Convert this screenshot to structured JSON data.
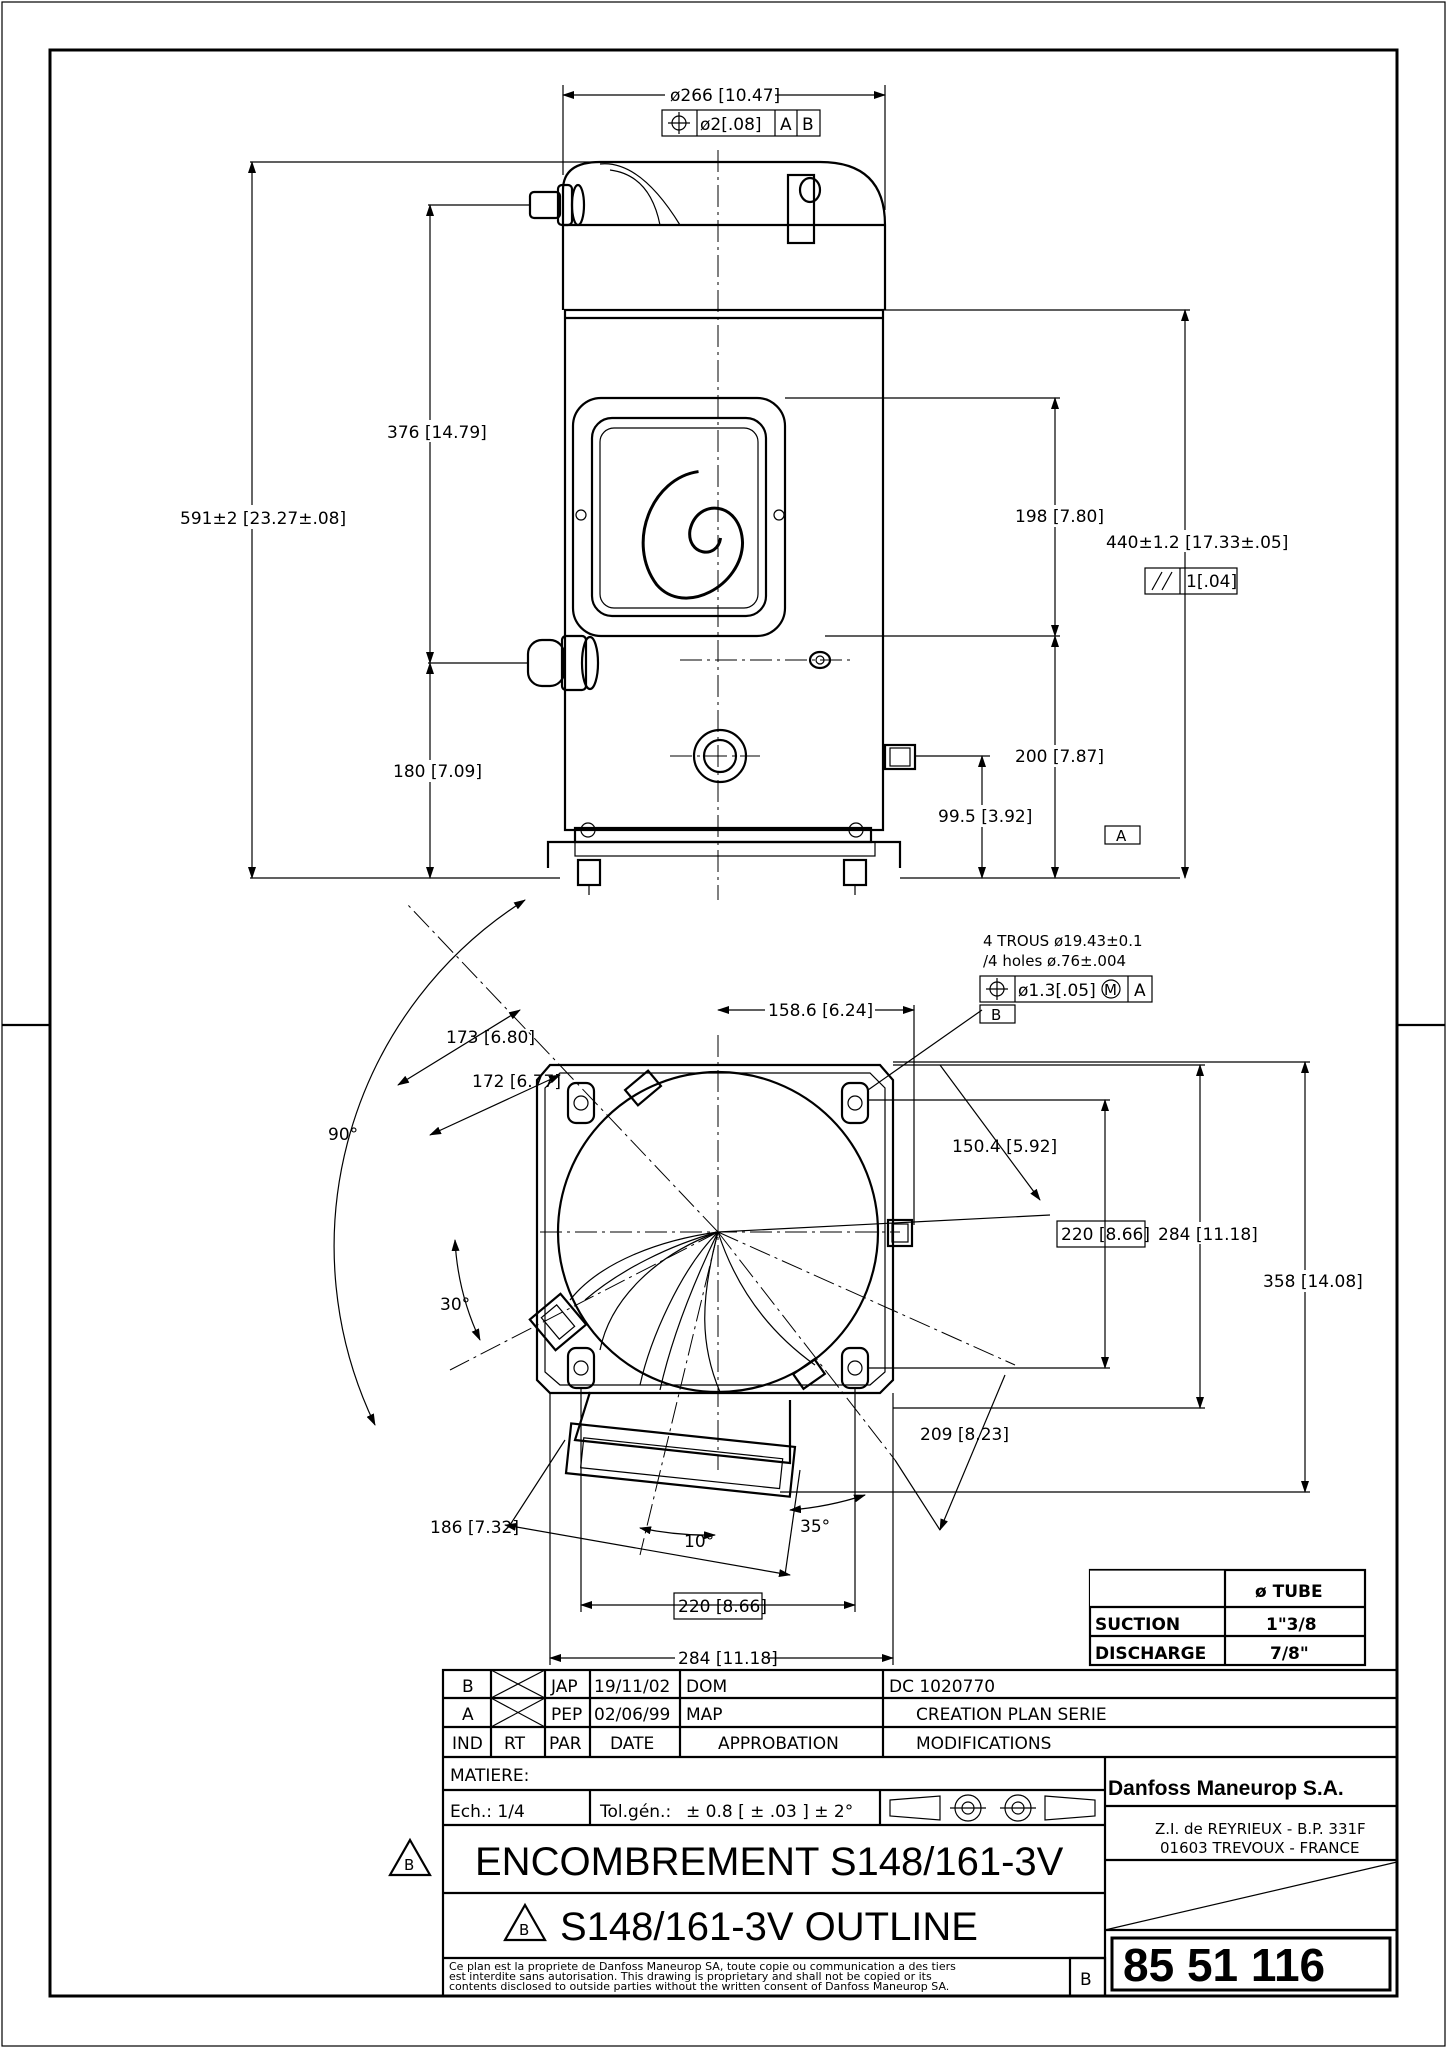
{
  "dimensions": {
    "d266": "ø266 [10.47]",
    "d591": "591±2 [23.27±.08]",
    "d376": "376 [14.79]",
    "d180": "180 [7.09]",
    "d198": "198 [7.80]",
    "d440": "440±1.2 [17.33±.05]",
    "d200": "200 [7.87]",
    "d99": "99.5 [3.92]",
    "d158": "158.6 [6.24]",
    "d173": "173 [6.80]",
    "d172": "172 [6.77]",
    "d90": "90°",
    "d30": "30°",
    "d150": "150.4 [5.92]",
    "d220a": "220 [8.66]",
    "d284a": "284 [11.18]",
    "d358": "358 [14.08]",
    "d209": "209 [8.23]",
    "d186": "186 [7.32]",
    "d10": "10°",
    "d35": "35°",
    "d220b": "220 [8.66]",
    "d284b": "284 [11.18]"
  },
  "tolerances": {
    "top_pos": "ø2[.08]",
    "datum_a": "A",
    "datum_b": "B",
    "parallel": "1[.04]",
    "holes_pos": "ø1.3[.05]",
    "mmc": "M",
    "holes_fr": "4 TROUS ø19.43±0.1",
    "holes_en": "/4 holes ø.76±.004",
    "datum_a_label": "A",
    "datum_b_label": "B"
  },
  "tube_table": {
    "header": "ø TUBE",
    "rows": [
      {
        "label": "SUCTION",
        "value": "1\"3/8"
      },
      {
        "label": "DISCHARGE",
        "value": "7/8\""
      }
    ]
  },
  "revisions": [
    {
      "ind": "B",
      "par": "JAP",
      "date": "19/11/02",
      "appr": "DOM",
      "mod": "DC 1020770"
    },
    {
      "ind": "A",
      "par": "PEP",
      "date": "02/06/99",
      "appr": "MAP",
      "mod": "CREATION PLAN SERIE"
    }
  ],
  "revision_headers": {
    "ind": "IND",
    "rt": "RT",
    "par": "PAR",
    "date": "DATE",
    "appr": "APPROBATION",
    "mod": "MODIFICATIONS"
  },
  "title_block": {
    "matiere": "MATIERE:",
    "scale": "Ech.: 1/4",
    "tol_label": "Tol.gén.:",
    "tol_value": "± 0.8 [ ± .03 ]   ± 2°",
    "title_fr": "ENCOMBREMENT S148/161-3V",
    "title_en": "S148/161-3V OUTLINE",
    "rev_mark": "B",
    "company": "Danfoss Maneurop S.A.",
    "address1": "Z.I. de REYRIEUX - B.P. 331F",
    "address2": "01603 TREVOUX - FRANCE",
    "drawing_no": "85 51 116",
    "sheet_rev": "B",
    "copyright1": "Ce plan est la propriete de Danfoss Maneurop SA, toute copie ou communication a des tiers",
    "copyright2": "est interdite sans autorisation. This drawing is proprietary and shall not be copied or its",
    "copyright3": "contents disclosed to outside parties without the written consent of Danfoss Maneurop SA."
  }
}
